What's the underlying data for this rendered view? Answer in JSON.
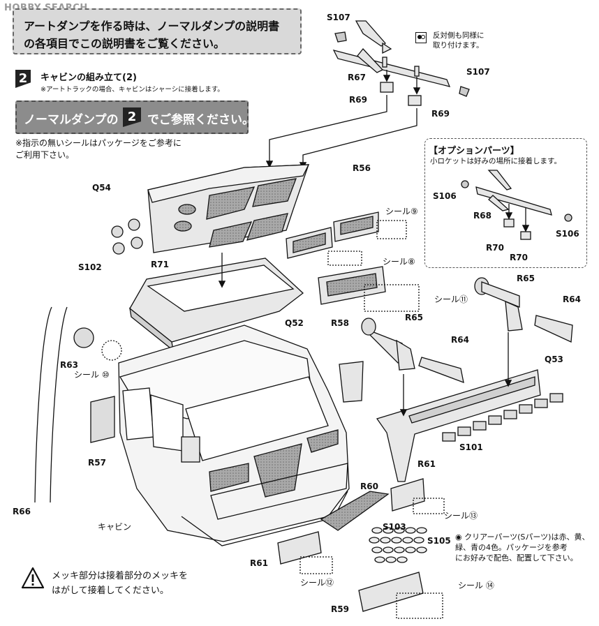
{
  "watermark": "HOBBY SEARCH",
  "banner_top": {
    "line1": "アートダンプを作る時は、ノーマルダンプの説明書",
    "line2": "の各項目でこの説明書をご覧ください。"
  },
  "step": {
    "number": "2",
    "title": "キャビンの組み立て(2)",
    "note": "※アートトラックの場合、キャビンはシャーシに接着します。"
  },
  "banner_ref": {
    "before": "ノーマルダンプの",
    "number": "2",
    "after": "でご参照ください。"
  },
  "sticker_note": {
    "line1": "※指示の無いシールはパッケージをご参考に",
    "line2": "ご利用下さい。"
  },
  "mirror_note": {
    "line1": "反対側も同様に",
    "line2": "取り付けます。"
  },
  "option_parts": {
    "title": "【オプションパーツ】",
    "note": "小ロケットは好みの場所に接着します。"
  },
  "clear_parts_note": {
    "bullet": "◉",
    "line1": "クリアーパーツ(Sパーツ)は赤、黄、",
    "line2": "緑、青の4色。パッケージを参考",
    "line3": "にお好みで配色、配置して下さい。"
  },
  "warning": {
    "line1": "メッキ部分は接着部分のメッキを",
    "line2": "はがして接着してください。"
  },
  "part_labels": {
    "S107a": "S107",
    "S107b": "S107",
    "R67": "R67",
    "R69a": "R69",
    "R69b": "R69",
    "Q54": "Q54",
    "R56": "R56",
    "S102": "S102",
    "R71": "R71",
    "S106a": "S106",
    "S106b": "S106",
    "R68": "R68",
    "R70a": "R70",
    "R70b": "R70",
    "Q52": "Q52",
    "R58": "R58",
    "R65a": "R65",
    "R65b": "R65",
    "R64a": "R64",
    "R64b": "R64",
    "R63": "R63",
    "Q53": "Q53",
    "S101": "S101",
    "R57": "R57",
    "R66": "R66",
    "R61a": "R61",
    "R61b": "R61",
    "R60": "R60",
    "S103": "S103",
    "S105": "S105",
    "R59": "R59",
    "cabin": "キャビン"
  },
  "seal_labels": {
    "s9": "シール⑨",
    "s8": "シール⑧",
    "s11": "シール⑪",
    "s10": "シール ⑩",
    "s13": "シール⑬",
    "s12": "シール⑫",
    "s14": "シール ⑭"
  },
  "icons": {
    "warning": "warning-triangle-icon",
    "mirror": "mirror-side-icon"
  }
}
